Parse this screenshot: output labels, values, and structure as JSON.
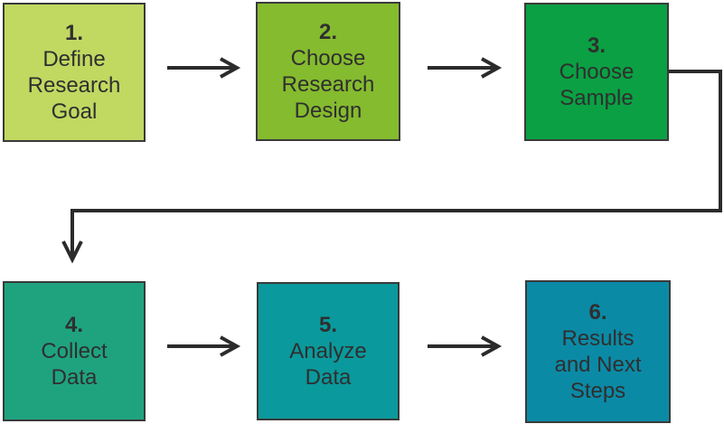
{
  "colors": {
    "background": "#ffffff",
    "arrow": "#2b2b2b",
    "box_border": "#3a3a3a",
    "text": "#2f2f2f"
  },
  "steps": [
    {
      "number": "1.",
      "label": "Define\nResearch\nGoal",
      "fill": "#c1d861"
    },
    {
      "number": "2.",
      "label": "Choose\nResearch\nDesign",
      "fill": "#85bb2e"
    },
    {
      "number": "3.",
      "label": "Choose\nSample",
      "fill": "#0aa043"
    },
    {
      "number": "4.",
      "label": "Collect\nData",
      "fill": "#1fa37f"
    },
    {
      "number": "5.",
      "label": "Analyze\nData",
      "fill": "#0a999c"
    },
    {
      "number": "6.",
      "label": "Results\nand Next\nSteps",
      "fill": "#0b8aa6"
    }
  ]
}
